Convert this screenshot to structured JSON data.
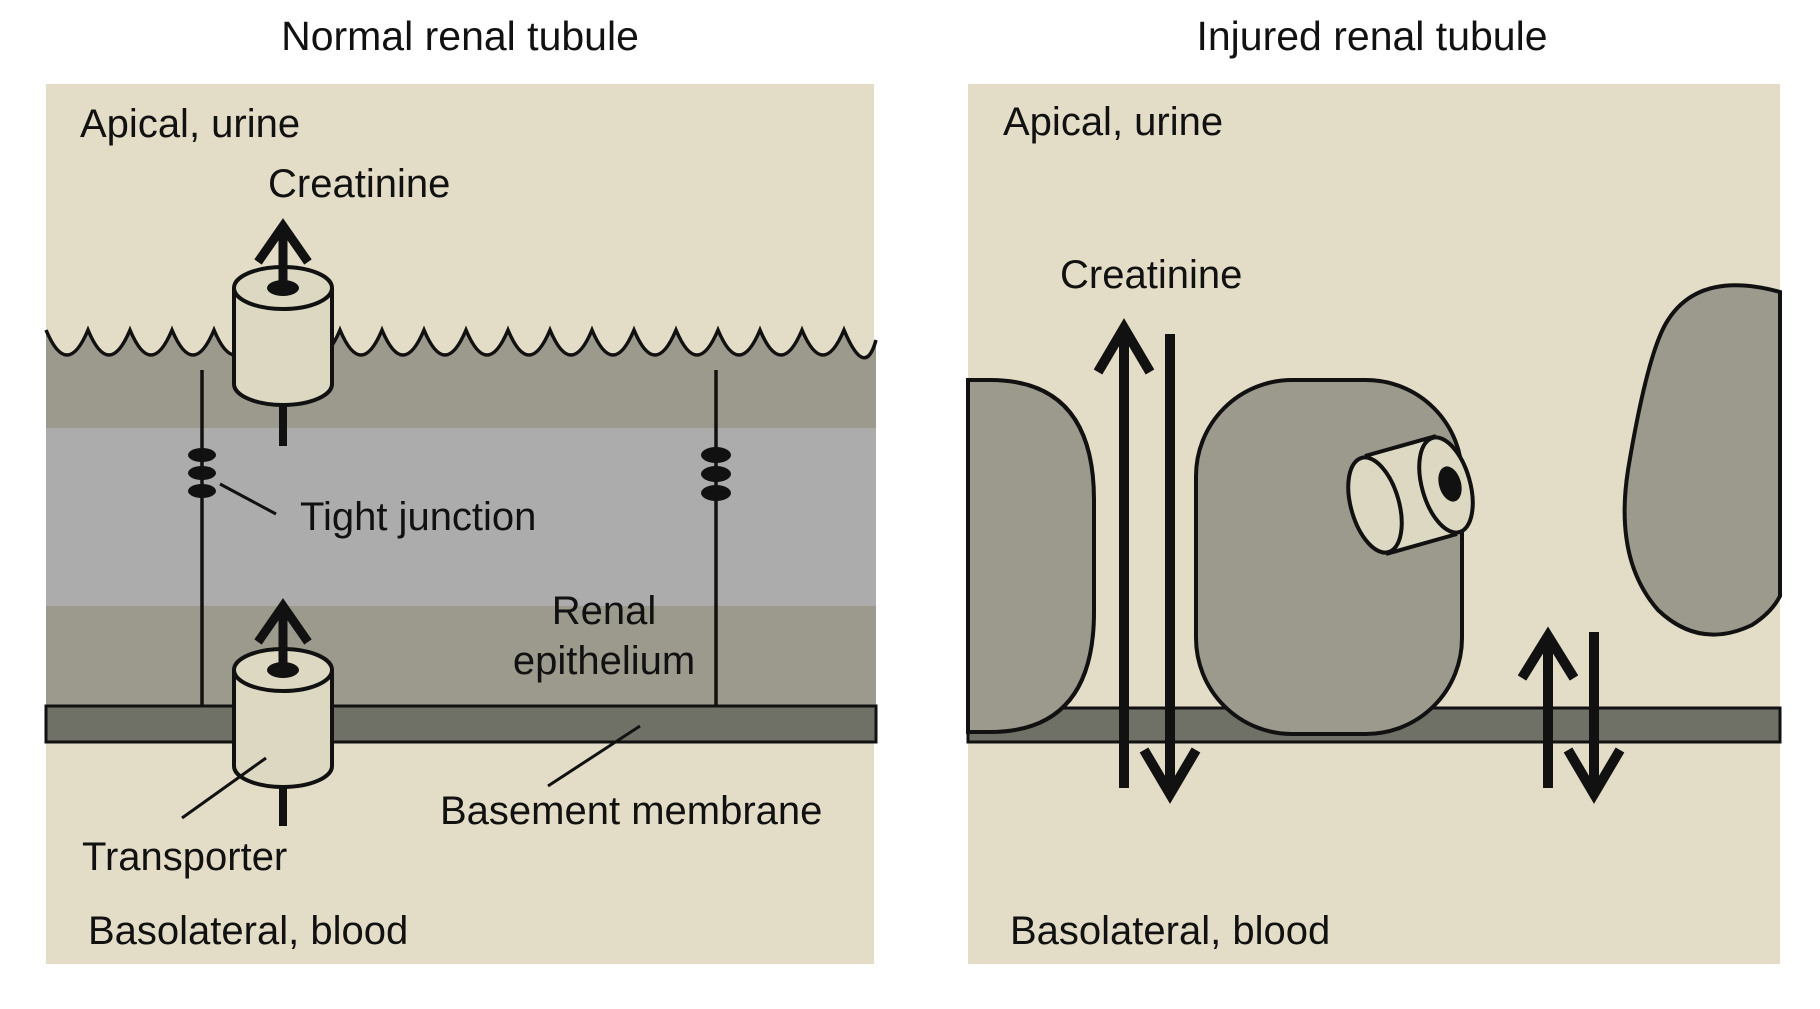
{
  "panels": {
    "normal": {
      "title": "Normal renal tubule",
      "apical_label": "Apical, urine",
      "creatinine_label": "Creatinine",
      "tight_junction_label": "Tight junction",
      "epithelium_label_line1": "Renal",
      "epithelium_label_line2": "epithelium",
      "basement_membrane_label": "Basement membrane",
      "transporter_label": "Transporter",
      "basolateral_label": "Basolateral, blood"
    },
    "injured": {
      "title": "Injured renal tubule",
      "apical_label": "Apical, urine",
      "creatinine_label": "Creatinine",
      "basolateral_label": "Basolateral, blood"
    }
  },
  "colors": {
    "background": "#e3dcc6",
    "epithelium_band": "#9c9a8c",
    "cytoplasm_band": "#acacac",
    "basement_membrane": "#6f7066",
    "cell": "#9c9a8c",
    "transporter": "#dcd8c2",
    "ink": "#111111"
  }
}
